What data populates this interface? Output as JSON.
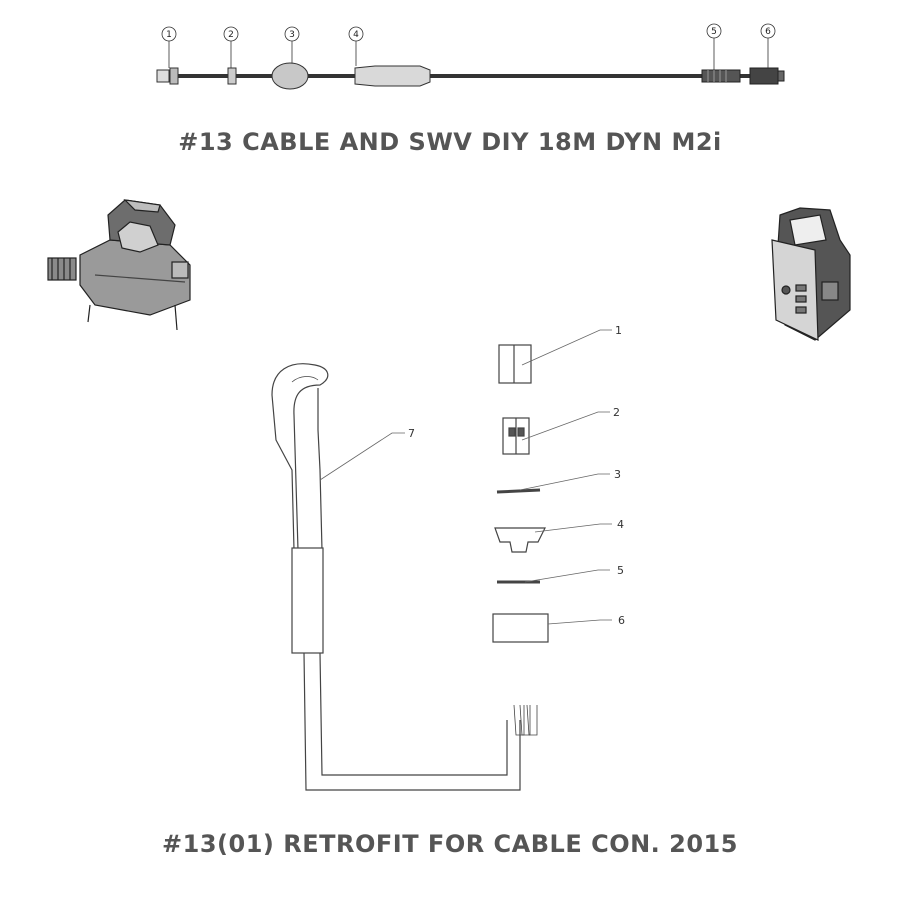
{
  "titles": {
    "top": "#13 CABLE AND SWV DIY 18M DYN M2i",
    "bottom": "#13(01) RETROFIT FOR CABLE CON. 2015"
  },
  "top_assembly": {
    "callouts": [
      "1",
      "2",
      "3",
      "4",
      "5",
      "6"
    ]
  },
  "retrofit_parts": {
    "callouts": [
      "1",
      "2",
      "3",
      "4",
      "5",
      "6",
      "7"
    ]
  },
  "colors": {
    "title": "#555555",
    "line": "#333333"
  }
}
